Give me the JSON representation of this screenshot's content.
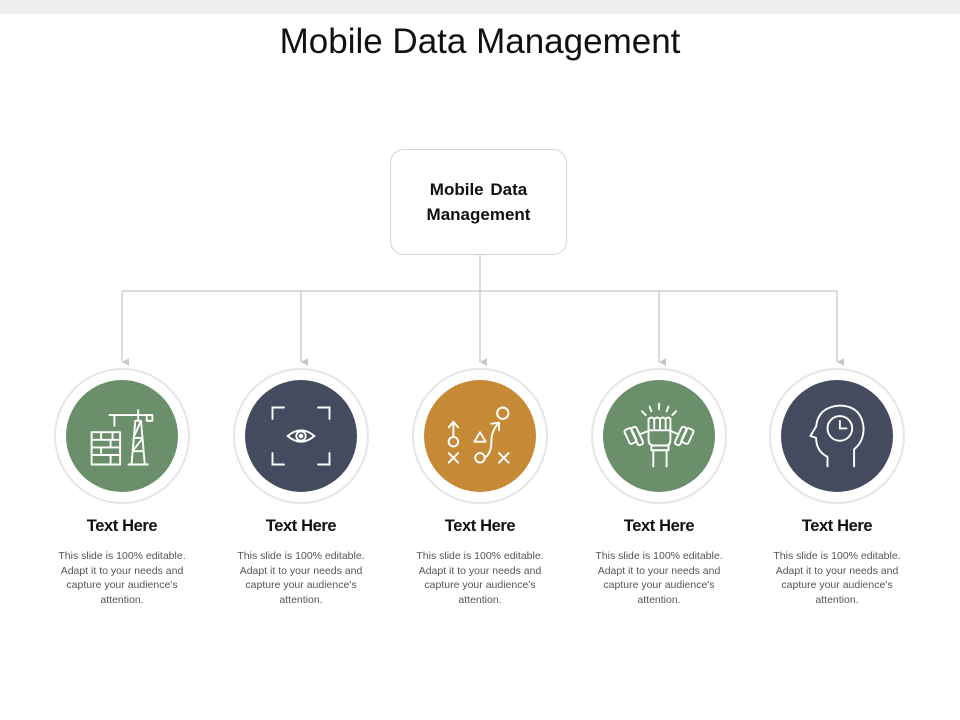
{
  "title": "Mobile Data Management",
  "root": {
    "label": "Mobile Data Management"
  },
  "colors": {
    "green": "#6b8e6b",
    "slate": "#454b5e",
    "gold": "#c68a37",
    "line": "#c8c8c8"
  },
  "items": [
    {
      "heading": "Text Here",
      "description": "This slide is 100% editable. Adapt it to your needs and capture your audience's attention.",
      "icon": "construction-crane-bricks-icon",
      "color": "#6b8e6b"
    },
    {
      "heading": "Text Here",
      "description": "This slide is 100% editable. Adapt it to your needs and capture your audience's attention.",
      "icon": "eye-focus-icon",
      "color": "#454b5e"
    },
    {
      "heading": "Text Here",
      "description": "This slide is 100% editable. Adapt it to your needs and capture your audience's attention.",
      "icon": "strategy-play-icon",
      "color": "#c68a37"
    },
    {
      "heading": "Text Here",
      "description": "This slide is 100% editable. Adapt it to your needs and capture your audience's attention.",
      "icon": "fist-dumbbells-icon",
      "color": "#6b8e6b"
    },
    {
      "heading": "Text Here",
      "description": "This slide is 100% editable. Adapt it to your needs and capture your audience's attention.",
      "icon": "head-clock-icon",
      "color": "#454b5e"
    }
  ]
}
